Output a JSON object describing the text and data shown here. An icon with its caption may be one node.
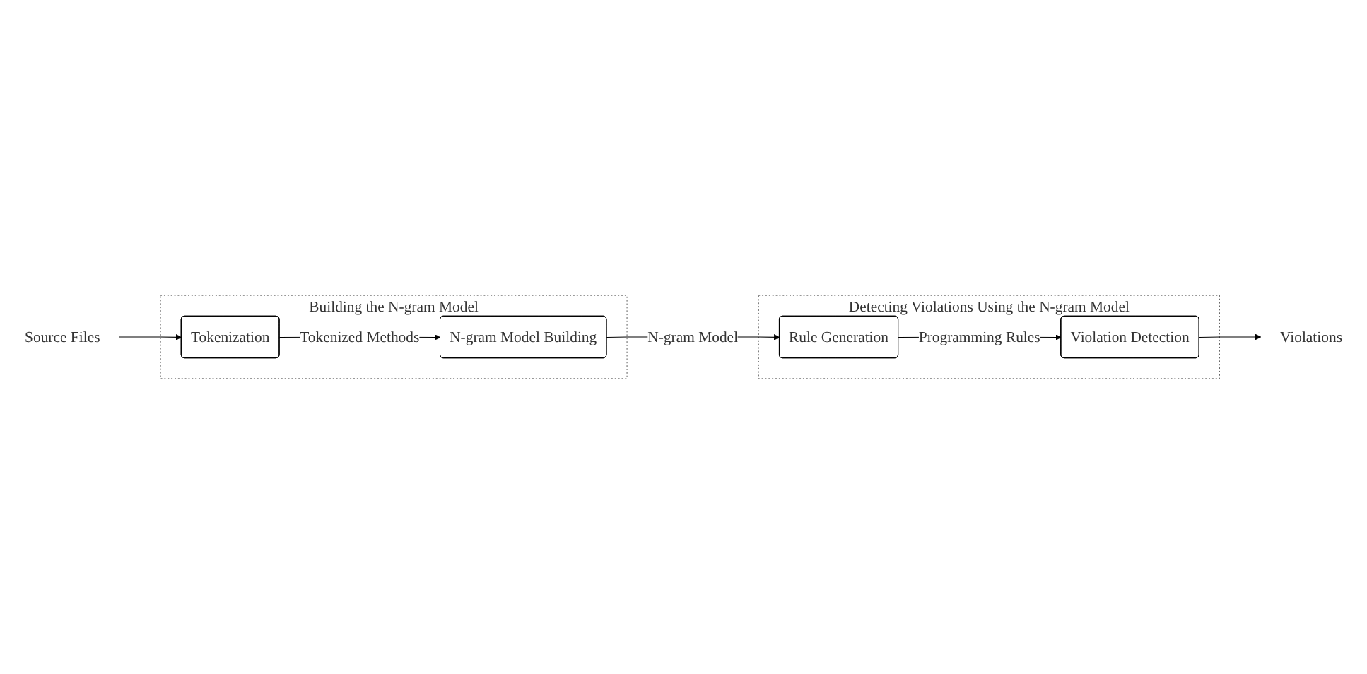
{
  "diagram": {
    "nodes": [
      {
        "text": [
          "Source Files"
        ]
      },
      {
        "text": [
          "Building the N-gram Model"
        ]
      },
      {
        "text": [
          "Tokenization"
        ],
        "in": 1
      },
      {
        "text": [
          "N-gram Model Building"
        ],
        "in": 1
      },
      {
        "text": [
          "Detecting Violations Using the N-gram Model"
        ]
      },
      {
        "text": [
          "Violations"
        ]
      },
      {
        "text": [
          "Violation Detection"
        ],
        "in": 4
      },
      {
        "text": [
          "Rule Generation"
        ],
        "in": 4
      }
    ],
    "edges": [
      {
        "from": 0,
        "to": 2,
        "arrow": "to"
      },
      {
        "from": 2,
        "to": 3,
        "label": "Tokenized Methods",
        "arrow": "to"
      },
      {
        "from": 3,
        "to": 7,
        "label": "N-gram Model",
        "arrow": "to"
      },
      {
        "from": 7,
        "to": 6,
        "label": "Programming Rules",
        "arrow": "to"
      },
      {
        "from": 6,
        "to": 5,
        "arrow": "to"
      }
    ]
  }
}
